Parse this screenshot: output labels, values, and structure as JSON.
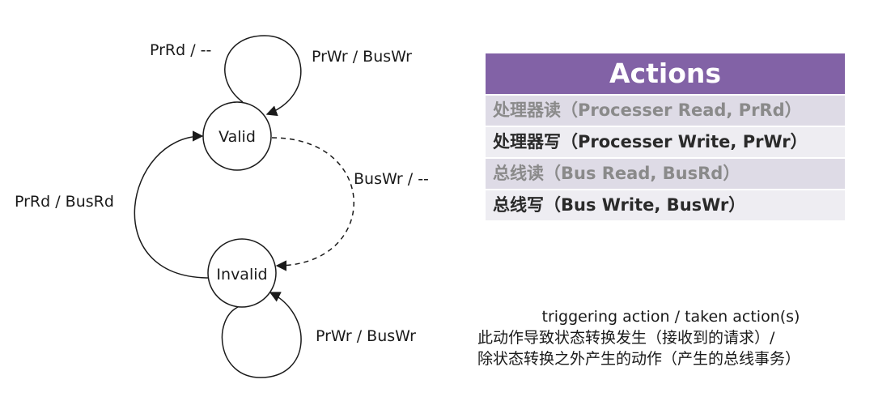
{
  "diagram": {
    "states": {
      "valid": "Valid",
      "invalid": "Invalid"
    },
    "edges": {
      "valid_self_read": "PrRd / --",
      "valid_self_write": "PrWr / BusWr",
      "valid_to_invalid": "BusWr / --",
      "invalid_to_valid": "PrRd / BusRd",
      "invalid_self_write": "PrWr / BusWr"
    }
  },
  "actions": {
    "title": "Actions",
    "rows": [
      "处理器读（Processer Read, PrRd）",
      "处理器写（Processer Write, PrWr）",
      "总线读（Bus Read, BusRd）",
      "总线写（Bus Write, BusWr）"
    ]
  },
  "legend": {
    "line1": "triggering action / taken action(s)",
    "line2": "此动作导致状态转换发生（接收到的请求）/",
    "line3": "除状态转换之外产生的动作（产生的总线事务）"
  }
}
